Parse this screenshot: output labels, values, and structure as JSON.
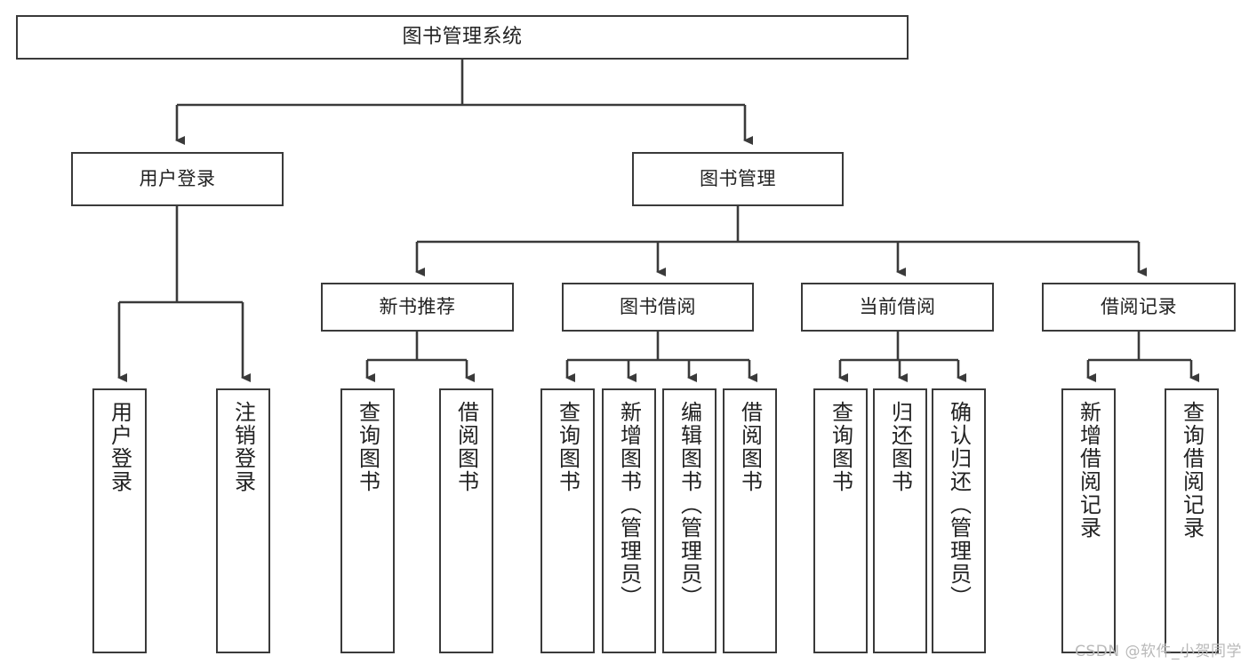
{
  "diagram": {
    "title": "图书管理系统",
    "type": "tree-hierarchy-chart",
    "root": {
      "id": "root",
      "label": "图书管理系统"
    },
    "level1": [
      {
        "id": "user-login",
        "label": "用户登录"
      },
      {
        "id": "book-management",
        "label": "图书管理"
      }
    ],
    "level2": [
      {
        "id": "new-book-recommend",
        "label": "新书推荐"
      },
      {
        "id": "book-borrow",
        "label": "图书借阅"
      },
      {
        "id": "current-borrow",
        "label": "当前借阅"
      },
      {
        "id": "borrow-record",
        "label": "借阅记录"
      }
    ],
    "leaves": {
      "user_login": [
        {
          "id": "leaf-user-login",
          "label": "用户登录"
        },
        {
          "id": "leaf-logout-login",
          "label": "注销登录"
        }
      ],
      "new_book_recommend": [
        {
          "id": "leaf-query-book-1",
          "label": "查询图书"
        },
        {
          "id": "leaf-borrow-book-1",
          "label": "借阅图书"
        }
      ],
      "book_borrow": [
        {
          "id": "leaf-query-book-2",
          "label": "查询图书"
        },
        {
          "id": "leaf-add-book",
          "label": "新增图书（管理员）"
        },
        {
          "id": "leaf-edit-book",
          "label": "编辑图书（管理员）"
        },
        {
          "id": "leaf-borrow-book-2",
          "label": "借阅图书"
        }
      ],
      "current_borrow": [
        {
          "id": "leaf-query-book-3",
          "label": "查询图书"
        },
        {
          "id": "leaf-return-book",
          "label": "归还图书"
        },
        {
          "id": "leaf-confirm-return",
          "label": "确认归还（管理员）"
        }
      ],
      "borrow_record": [
        {
          "id": "leaf-add-record",
          "label": "新增借阅记录"
        },
        {
          "id": "leaf-query-record",
          "label": "查询借阅记录"
        }
      ]
    },
    "watermark": "CSDN @软件_小贺同学",
    "colors": {
      "border": "#3a3a3a",
      "background": "#ffffff",
      "text": "#222222",
      "watermark": "#b9b9b9"
    }
  }
}
